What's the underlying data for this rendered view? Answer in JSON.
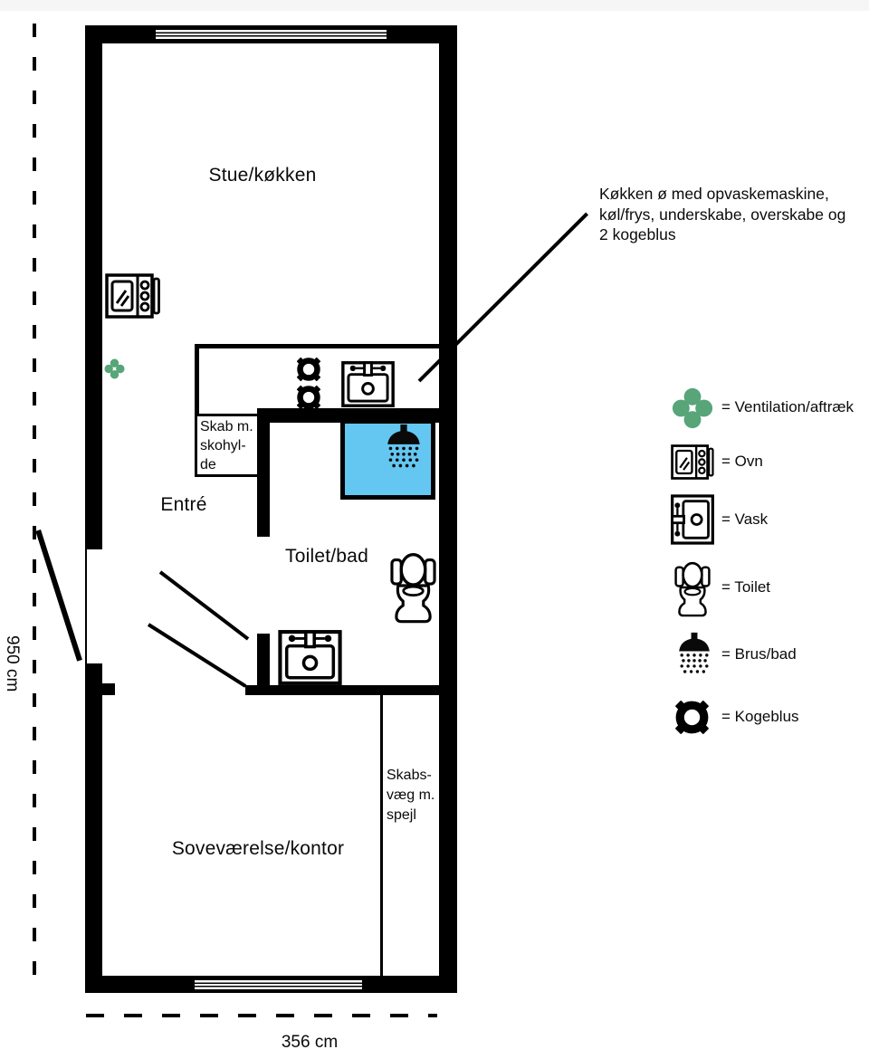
{
  "dimensions": {
    "height_label": "950 cm",
    "width_label": "356 cm"
  },
  "rooms": {
    "living_kitchen": "Stue/køkken",
    "entry": "Entré",
    "bathroom": "Toilet/bad",
    "bedroom": "Soveværelse/kontor"
  },
  "closets": {
    "shoe_closet": "Skab m.\nskohyl-\nde",
    "mirror_wall": "Skabs-\nvæg m.\nspejl"
  },
  "annotation": {
    "text": "Køkken ø med opvaskemaskine,\nkøl/frys, underskabe, overskabe\nog 2 kogeblus"
  },
  "legend": {
    "items": [
      {
        "icon": "ventilation-icon",
        "label": "= Ventilation/aftræk"
      },
      {
        "icon": "oven-icon",
        "label": "= Ovn"
      },
      {
        "icon": "sink-icon",
        "label": "= Vask"
      },
      {
        "icon": "toilet-icon",
        "label": "= Toilet"
      },
      {
        "icon": "shower-icon",
        "label": "= Brus/bad"
      },
      {
        "icon": "burner-icon",
        "label": "= Kogeblus"
      }
    ]
  },
  "colors": {
    "accent_green": "#57a578",
    "shower_blue": "#63c7f2",
    "wall": "#000000"
  }
}
